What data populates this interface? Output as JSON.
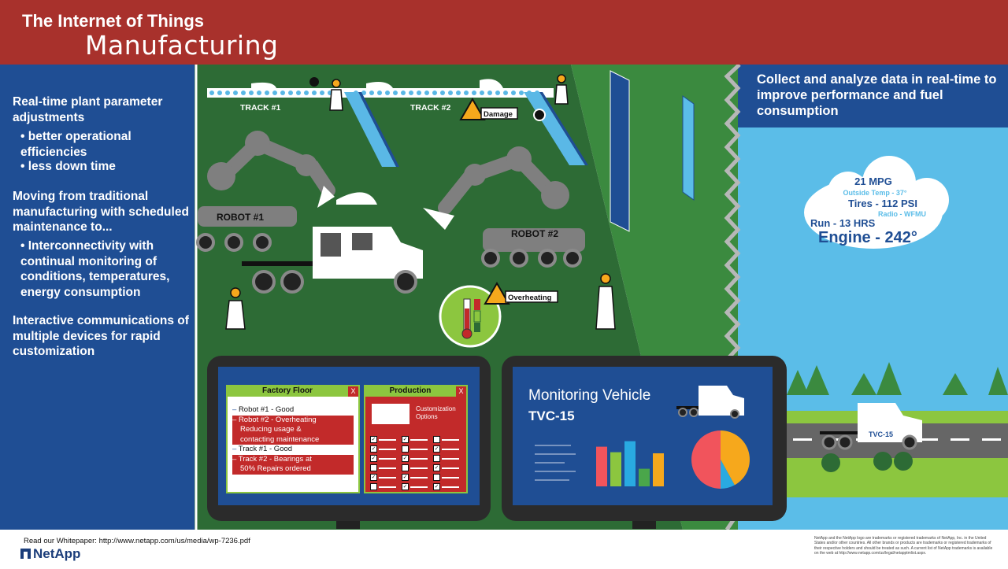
{
  "header": {
    "title_line1": "The Internet of Things",
    "title_line2": "Manufacturing"
  },
  "left_panel": {
    "p1": "Real-time plant parameter adjustments",
    "b1": "• better operational efficiencies",
    "b2": "• less down time",
    "p2": "Moving from traditional manufacturing with scheduled maintenance to...",
    "b3": "• Interconnectivity with continual monitoring of conditions, temperatures, energy consumption",
    "p3": "Interactive communications of multiple devices for rapid customization"
  },
  "right_banner": {
    "text": "Collect and analyze data in real-time to improve performance and fuel consumption"
  },
  "factory": {
    "track1": "TRACK #1",
    "track2": "TRACK #2",
    "robot1": "ROBOT #1",
    "robot2": "ROBOT #2",
    "damage": "Damage",
    "overheating": "Overheating"
  },
  "cloud": {
    "mpg": "21 MPG",
    "outside_temp": "Outside Temp - 37°",
    "tires": "Tires - 112 PSI",
    "radio": "Radio - WFMU",
    "run": "Run - 13 HRS",
    "engine": "Engine - 242°"
  },
  "road": {
    "truck_label": "TVC-15"
  },
  "monitor1": {
    "ff_title": "Factory Floor",
    "close": "X",
    "items": [
      "Robot #1 - Good",
      "Robot #2 - Overheating",
      "Reducing usage &",
      "contacting maintenance",
      "Track #1 - Good",
      "Track #2 - Bearings at",
      "50% Repairs ordered"
    ],
    "prod_title": "Production",
    "prod_text1": "Customization",
    "prod_text2": "Options"
  },
  "monitor2": {
    "title": "Monitoring Vehicle",
    "subtitle": "TVC-15"
  },
  "footer": {
    "link": "Read our Whitepaper: http://www.netapp.com/us/media/wp-7236.pdf",
    "logo": "NetApp",
    "legal": "NetApp and the NetApp logo are trademarks or registered trademarks of NetApp, Inc. in the United States and/or other countries. All other brands or products are trademarks or registered trademarks of their respective holders and should be treated as such. A current list of NetApp trademarks is available on the web at http://www.netapp.com/us/legal/netapptmlist.aspx."
  },
  "colors": {
    "header_red": "#a8312c",
    "panel_blue": "#1f4e94",
    "floor_green": "#2d6b35",
    "grass_green": "#3b8a3f",
    "sky_blue": "#5bbde8",
    "track_blue": "#5ab8e6",
    "alert_red": "#c22a2a"
  },
  "monitor2_chart": {
    "bars": [
      {
        "value": 0.72,
        "color": "#f1545c"
      },
      {
        "value": 0.62,
        "color": "#8cc63f"
      },
      {
        "value": 0.82,
        "color": "#29aae1"
      },
      {
        "value": 0.32,
        "color": "#4aa64a"
      },
      {
        "value": 0.6,
        "color": "#f6a81c"
      }
    ],
    "pie": [
      {
        "value": 0.42,
        "color": "#f6a81c"
      },
      {
        "value": 0.08,
        "color": "#29aae1"
      },
      {
        "value": 0.5,
        "color": "#f1545c"
      }
    ]
  }
}
